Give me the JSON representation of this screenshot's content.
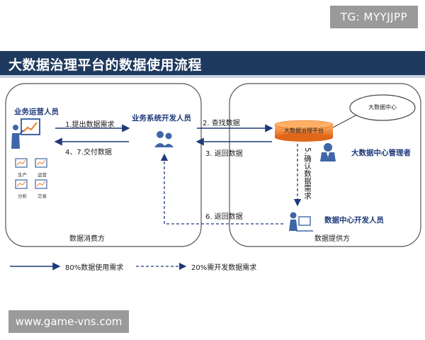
{
  "badge": "TG: MYYJJPP",
  "title": "大数据治理平台的数据使用流程",
  "left_group": {
    "actor_ops": "业务运营人员",
    "actor_dev": "业务系统开发人员",
    "footer": "数据消费方",
    "reports": [
      "生产",
      "运营",
      "分析",
      "交易"
    ]
  },
  "right_group": {
    "platform": "大数据治理平台",
    "center": "大数据中心",
    "admin": "大数据中心管理者",
    "dev": "数据中心开发人员",
    "footer": "数据提供方"
  },
  "flows": {
    "submit": "1.提出数据需求",
    "deliver": "4、7.交付数据",
    "find": "2. 查找数据",
    "return": "3. 返回数据",
    "confirm": "5.确认数据需求",
    "return6": "6. 返回数据"
  },
  "legend": {
    "solid": "80%数据使用需求",
    "dashed": "20%需开发数据需求"
  },
  "watermark": "www.game-vns.com",
  "colors": {
    "title_bar": "#1f3a5f",
    "arrow": "#1f3a7a",
    "platform": "#f07a1e",
    "person_blue": "#3f66a6"
  }
}
